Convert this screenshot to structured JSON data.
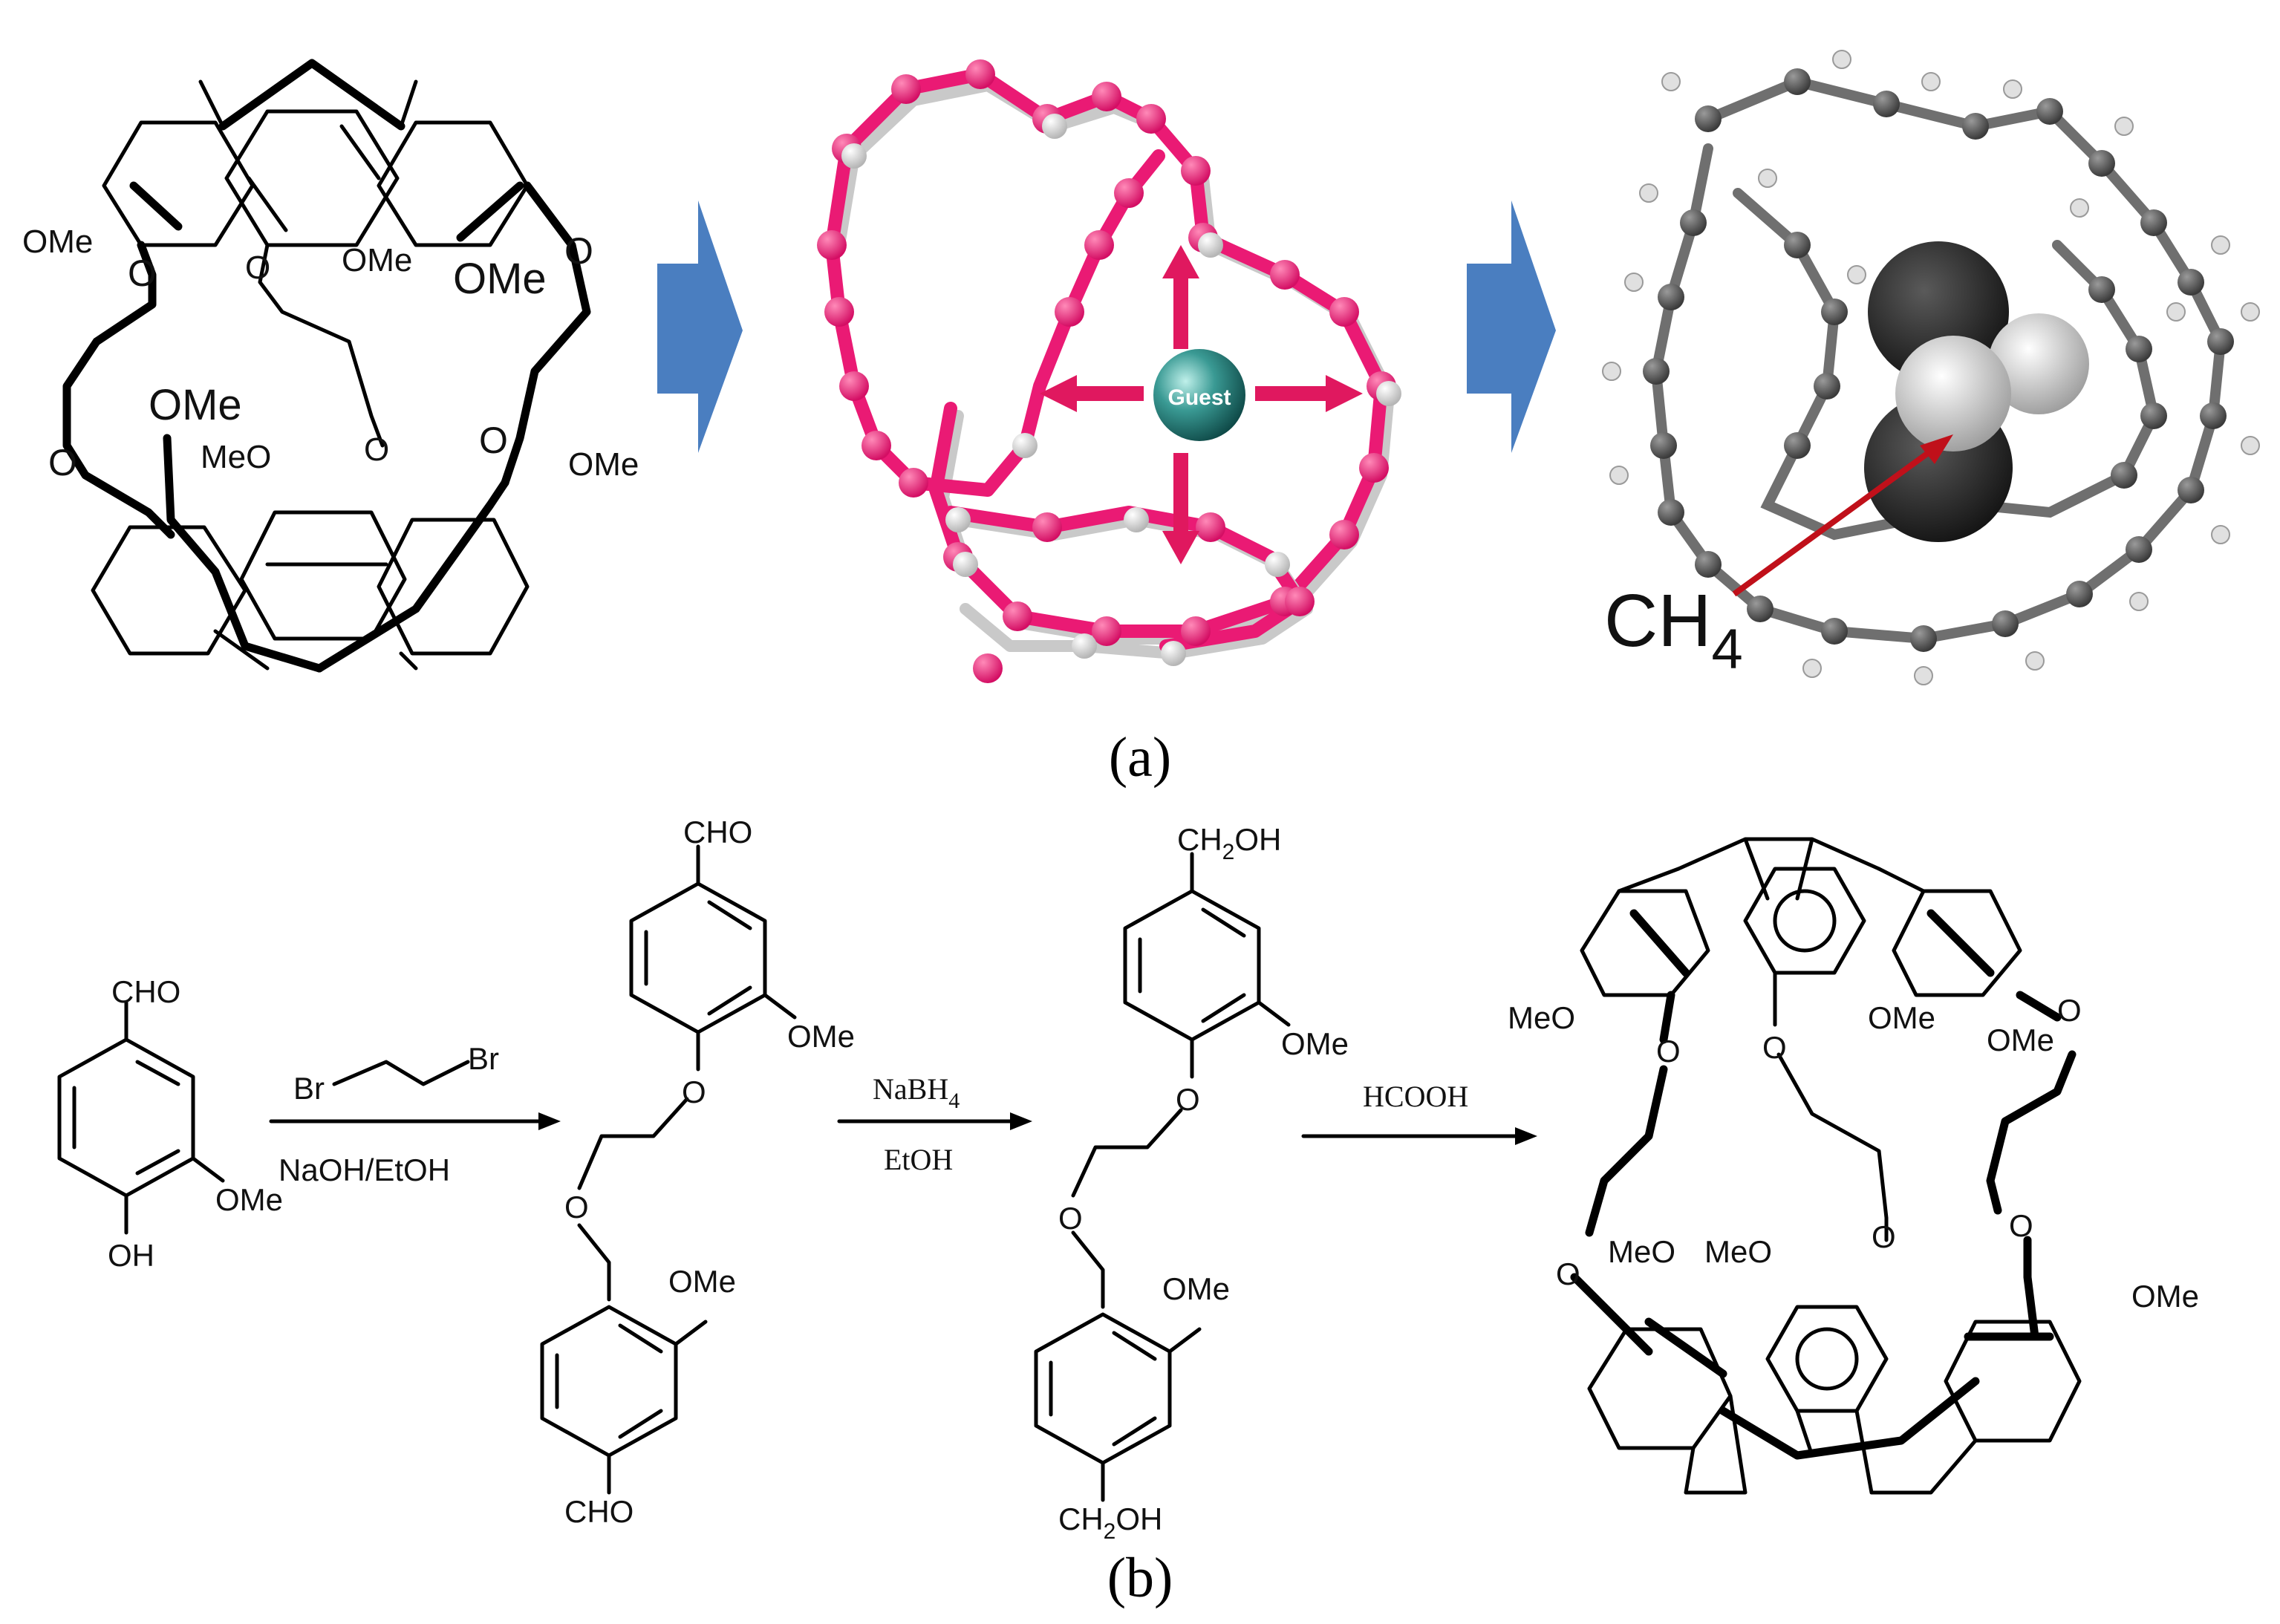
{
  "panels": {
    "a": {
      "label": "(a)"
    },
    "b": {
      "label": "(b)"
    }
  },
  "panel_a": {
    "structure_labels": [
      "OMe",
      "OMe",
      "OMe",
      "OMe",
      "MeO",
      "OMe",
      "O",
      "O",
      "O",
      "O",
      "O",
      "O"
    ],
    "guest_label": "Guest",
    "methane_label": "CH",
    "methane_subscript": "4",
    "colors": {
      "host_model": "#ea1a74",
      "guest_model": "#cfcfcf",
      "arrow": "#4a7ec0",
      "pointer": "#c0101a"
    }
  },
  "panel_b": {
    "vanillin": {
      "top": "CHO",
      "right": "OMe",
      "bottom": "OH"
    },
    "step1": {
      "reagent_left": "Br",
      "reagent_right": "Br",
      "conditions": "NaOH/EtOH"
    },
    "dialdehyde": {
      "top": "CHO",
      "ome_top": "OMe",
      "o_top": "O",
      "o_bottom": "O",
      "ome_bottom": "OMe",
      "bottom": "CHO"
    },
    "step2": {
      "reagent_main": "NaBH",
      "reagent_sub": "4",
      "solvent": "EtOH"
    },
    "diol": {
      "top_main": "CH",
      "top_sub": "2",
      "top_rest": "OH",
      "ome_top": "OMe",
      "o_top": "O",
      "o_bottom": "O",
      "ome_bottom": "OMe",
      "bottom_main": "CH",
      "bottom_sub": "2",
      "bottom_rest": "OH"
    },
    "step3": {
      "reagent": "HCOOH"
    },
    "product_labels": [
      "MeO",
      "OMe",
      "OMe",
      "MeO",
      "MeO",
      "OMe",
      "O",
      "O",
      "O",
      "O",
      "O",
      "O"
    ]
  }
}
